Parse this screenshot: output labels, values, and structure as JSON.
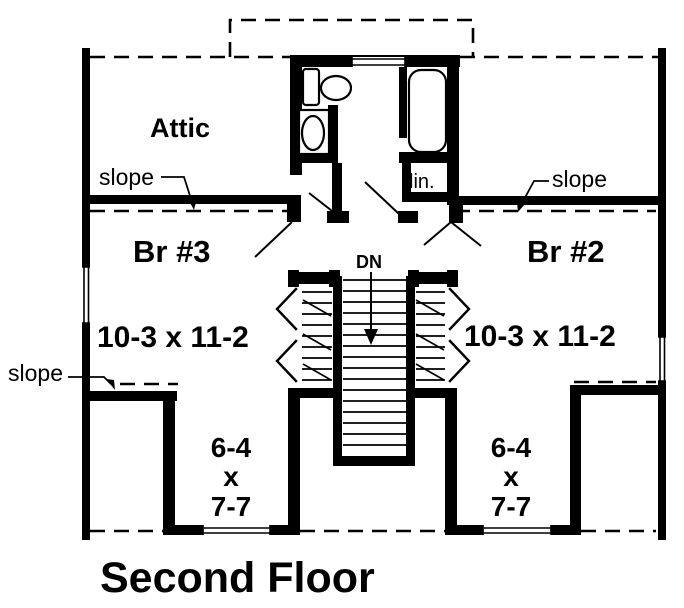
{
  "colors": {
    "ink": "#000000",
    "paper": "#ffffff"
  },
  "plan": {
    "title": "Second Floor",
    "rooms": {
      "attic": {
        "name": "Attic"
      },
      "br3": {
        "name": "Br #3",
        "dims": "10-3 x 11-2"
      },
      "br2": {
        "name": "Br #2",
        "dims": "10-3 x 11-2"
      },
      "nook_left": {
        "line1": "6-4",
        "line2": "x",
        "line3": "7-7"
      },
      "nook_right": {
        "line1": "6-4",
        "line2": "x",
        "line3": "7-7"
      },
      "linen": {
        "name": "lin."
      }
    },
    "stairs": {
      "direction": "DN"
    },
    "slope_labels": {
      "upper_left": "slope",
      "upper_right": "slope",
      "lower_left": "slope"
    }
  }
}
